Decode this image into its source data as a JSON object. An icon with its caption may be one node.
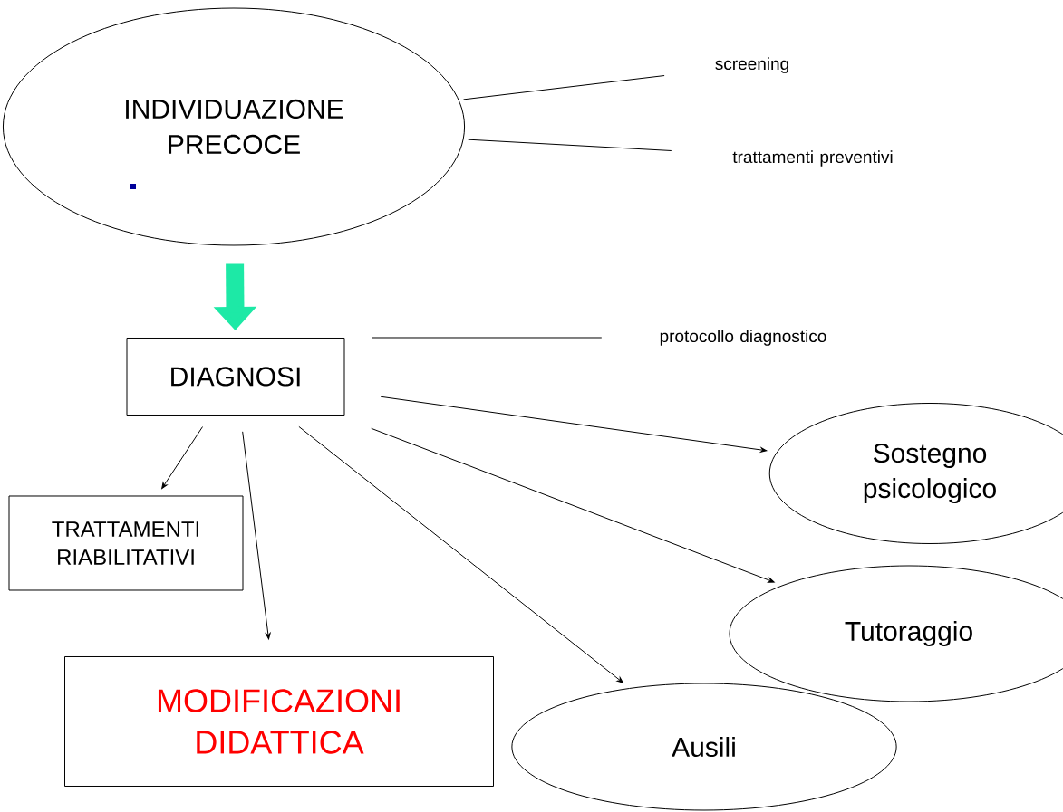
{
  "diagram": {
    "nodes": [
      {
        "text": [
          "INDIVIDUAZIONE PRECOCE"
        ]
      },
      {
        "text": [
          "screening"
        ]
      },
      {
        "text": [
          "trattamenti preventivi"
        ]
      },
      {
        "text": [
          "DIAGNOSI"
        ]
      },
      {
        "text": [
          "protocollo diagnostico"
        ]
      },
      {
        "text": [
          "TRATTAMENTI RIABILITATIVI"
        ]
      },
      {
        "text": [
          "MODIFICAZIONI DIDATTICA"
        ]
      },
      {
        "text": [
          "Sostegno psicologico"
        ]
      },
      {
        "text": [
          "Tutoraggio"
        ]
      },
      {
        "text": [
          "Ausili"
        ]
      }
    ],
    "edges": [
      {
        "from": 0,
        "to": 1,
        "arrow": "none"
      },
      {
        "from": 0,
        "to": 2,
        "arrow": "none"
      },
      {
        "from": 0,
        "to": 3,
        "arrow": "to",
        "style": "thick",
        "color": "#1de9a6"
      },
      {
        "from": 3,
        "to": 4,
        "arrow": "none"
      },
      {
        "from": 3,
        "to": 5,
        "arrow": "to"
      },
      {
        "from": 3,
        "to": 6,
        "arrow": "to"
      },
      {
        "from": 3,
        "to": 7,
        "arrow": "to"
      },
      {
        "from": 3,
        "to": 8,
        "arrow": "to"
      },
      {
        "from": 3,
        "to": 9,
        "arrow": "to"
      }
    ]
  }
}
